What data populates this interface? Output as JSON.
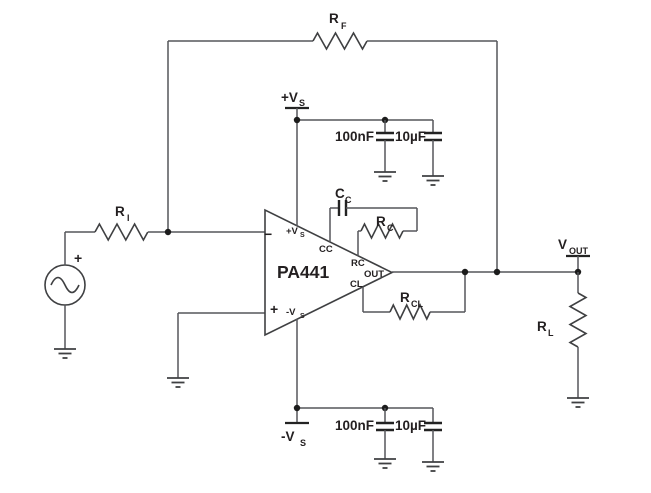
{
  "opamp": {
    "part": "PA441",
    "inverting_sign": "−",
    "noninverting_sign": "+",
    "pos_supply_pin": {
      "main": "+V",
      "sub": "S"
    },
    "neg_supply_pin": {
      "main": "-V",
      "sub": "S"
    },
    "pins": {
      "cc": "CC",
      "rc": "RC",
      "out": "OUT",
      "cl": "CL"
    }
  },
  "components": {
    "rf": {
      "main": "R",
      "sub": "F"
    },
    "ri": {
      "main": "R",
      "sub": "I"
    },
    "cc": {
      "main": "C",
      "sub": "C"
    },
    "rc": {
      "main": "R",
      "sub": "C"
    },
    "rcl": {
      "main": "R",
      "sub": "CL"
    },
    "rl": {
      "main": "R",
      "sub": "L"
    }
  },
  "supplies": {
    "pos_terminal": {
      "main": "+V",
      "sub": "S"
    },
    "neg_terminal": {
      "main": "-V",
      "sub": "S"
    },
    "top_bypass": {
      "c1": "100nF",
      "c2": "10µF"
    },
    "bottom_bypass": {
      "c1": "100nF",
      "c2": "10µF"
    }
  },
  "output": {
    "vout": {
      "main": "V",
      "sub": "OUT"
    }
  },
  "source": {
    "polarity": "+"
  },
  "colors": {
    "wire": "#55565a",
    "text": "#231f20",
    "background": "#ffffff"
  }
}
